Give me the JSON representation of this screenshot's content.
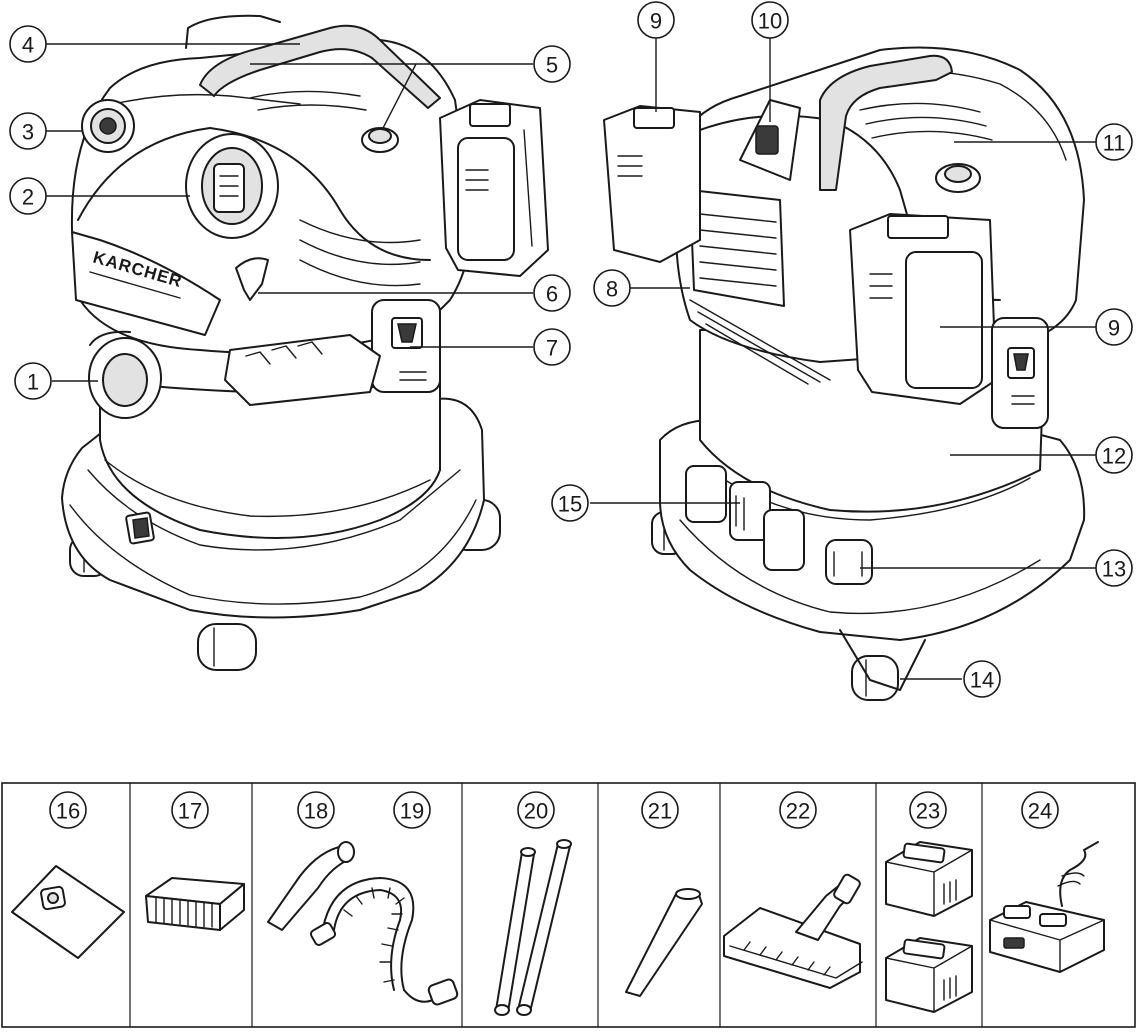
{
  "callouts_main": [
    "1",
    "2",
    "3",
    "4",
    "5",
    "6",
    "7",
    "8",
    "9",
    "10",
    "11",
    "12",
    "13",
    "14",
    "15"
  ],
  "brand_logo": "KARCHER",
  "accessories": [
    {
      "number": "16",
      "item": "filter-bag"
    },
    {
      "number": "17",
      "item": "flat-pleated-filter"
    },
    {
      "number": "18",
      "item": "hose-handle"
    },
    {
      "number": "19",
      "item": "suction-hose"
    },
    {
      "number": "20",
      "item": "suction-tubes"
    },
    {
      "number": "21",
      "item": "crevice-nozzle"
    },
    {
      "number": "22",
      "item": "floor-nozzle"
    },
    {
      "number": "23",
      "item": "battery-packs"
    },
    {
      "number": "24",
      "item": "battery-charger"
    }
  ]
}
